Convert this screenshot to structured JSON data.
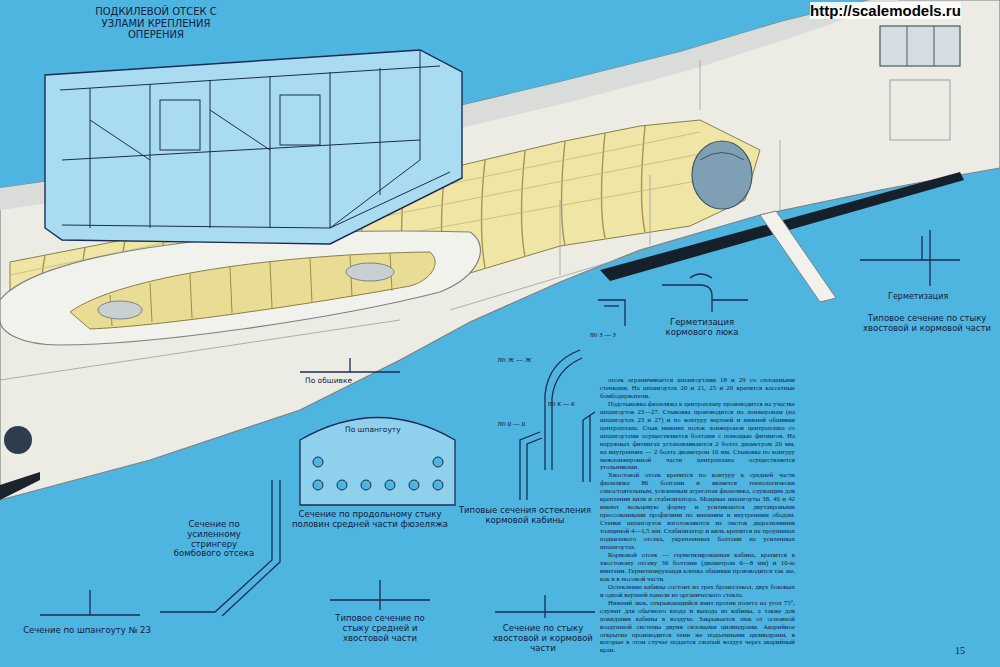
{
  "diagram": {
    "labels": [
      "ПОДКИЛЕВОЙ ОТСЕК С УЗЛАМИ КРЕПЛЕНИЯ ОПЕРЕНИЯ",
      "http://scalemodels.ru",
      "Герметизация кормового люка",
      "Герметизация",
      "Типовое сечение по стыку хвостовой и кормовой части",
      "по з — з",
      "по ж — ж",
      "по к — к",
      "по и — и",
      "По обшивке",
      "По шпангоуту",
      "Сечение по усиленному стрингеру бомбового отсека",
      "Сечение по продольному стыку половин средней части фюзеляжа",
      "Типовые сечения остекления кормовой кабины",
      "Сечение по шпангоуту № 23",
      "Типовое сечение по стыку средней и хвостовой части",
      "Сечение по стыку хвостовой и кормовой части",
      "отсек ограничивается шпангоутами 18 и 29 со сплошными стенками. На шпангоутах 20 и 21, 25 и 26 крепятся кассетные бомбодержатели.",
      "Подстыковка фюзеляжа к центроплану производится на участке шпангоутов 23—27. Стыковка производится по лонжеронам (на шпангоутах 23 и 27) и по контуру верхней и нижней обшивки центроплана. Стык нижних полок лонжеронов центроплана со шпангоутами осуществляется болтами с помощью фитингов. На наружных фитингах устанавливаются 2 болта диаметром 20 мм, на внутренних — 2 болта диаметром 10 мм. Стыковка по контуру межлонжеронной части центроплана осуществляется угольниками.",
      "Хвостовой отсек крепится по контуру к средней части фюзеляжа 86 болтами и является технологически самостоятельным, усиленным агрегатом фюзеляжа, служащим для крепления киля и стабилизатора. Мощные шпангоуты 38, 40 и 42 имеют кольцевую форму и усиливаются двутавровыми прессованными профилями по внешним и внутренним ободам. Стенки шпангоутов изготовляются из листов дюралюминия толщиной 4—1,5 мм. Стабилизатор и киль крепятся на проушинах подкилевого отсека, укрепленных болтами на усиленных шпангоутах.",
      "Кормовой отсек — герметизированная кабина, крепится к хвостовому отсеку 36 болтами (диаметром 6—8 мм) и 10-ю винтами. Герметизирующая клепка обшивки производится так же, как и в носовой части.",
      "Остекление кабины состоит из трех бронестекол, двух боковых и одной верхней панели из органического стекла.",
      "Нижний люк, открывающийся вниз против полета на угол 75°, служит для обычного входа и выхода из кабины, а также для покидания кабины в воздухе. Закрывается люк от основной воздушной системы двумя силовыми цилиндрами. Аварийное открытие производится теми же подъемными цилиндрами, в которые в этом случае подается сжатый воздух через аварийный кран.",
      "15"
    ]
  }
}
